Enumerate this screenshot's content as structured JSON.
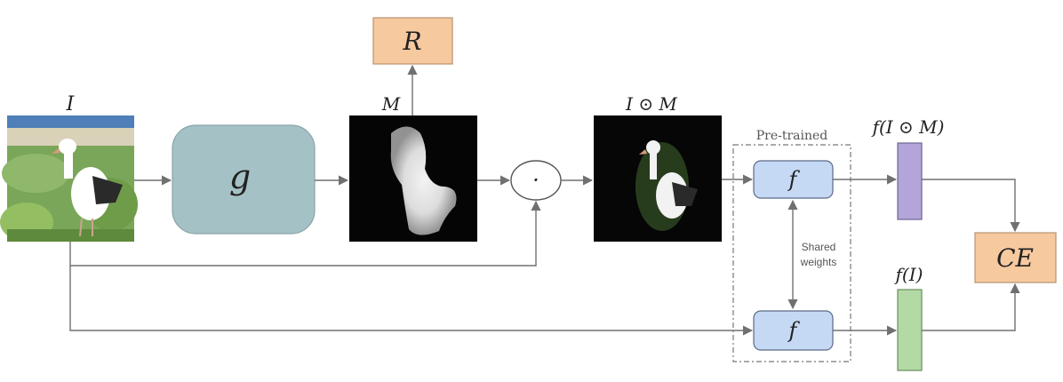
{
  "labels": {
    "input": "I",
    "generator": "g",
    "mask": "M",
    "regularizer": "R",
    "multiply_symbol": "⊙",
    "odot_inside": "·",
    "masked_image": "I ⊙ M",
    "pretrained": "Pre-trained",
    "classifier_top": "f",
    "classifier_bottom": "f",
    "shared_line1": "Shared",
    "shared_line2": "weights",
    "feat_masked": "f(I ⊙ M)",
    "feat_input": "f(I)",
    "loss": "CE"
  },
  "colors": {
    "generator_fill": "#a4c2c5",
    "regularizer_fill": "#f7c99f",
    "classifier_fill": "#c6d9f4",
    "feat_masked_fill": "#b3a5d9",
    "feat_input_fill": "#b3d9a5",
    "loss_fill": "#f7c99f",
    "arrow": "#707070"
  },
  "icons": {
    "input_image": "albatross-photo",
    "mask_image": "saliency-mask",
    "masked_image": "masked-albatross"
  }
}
